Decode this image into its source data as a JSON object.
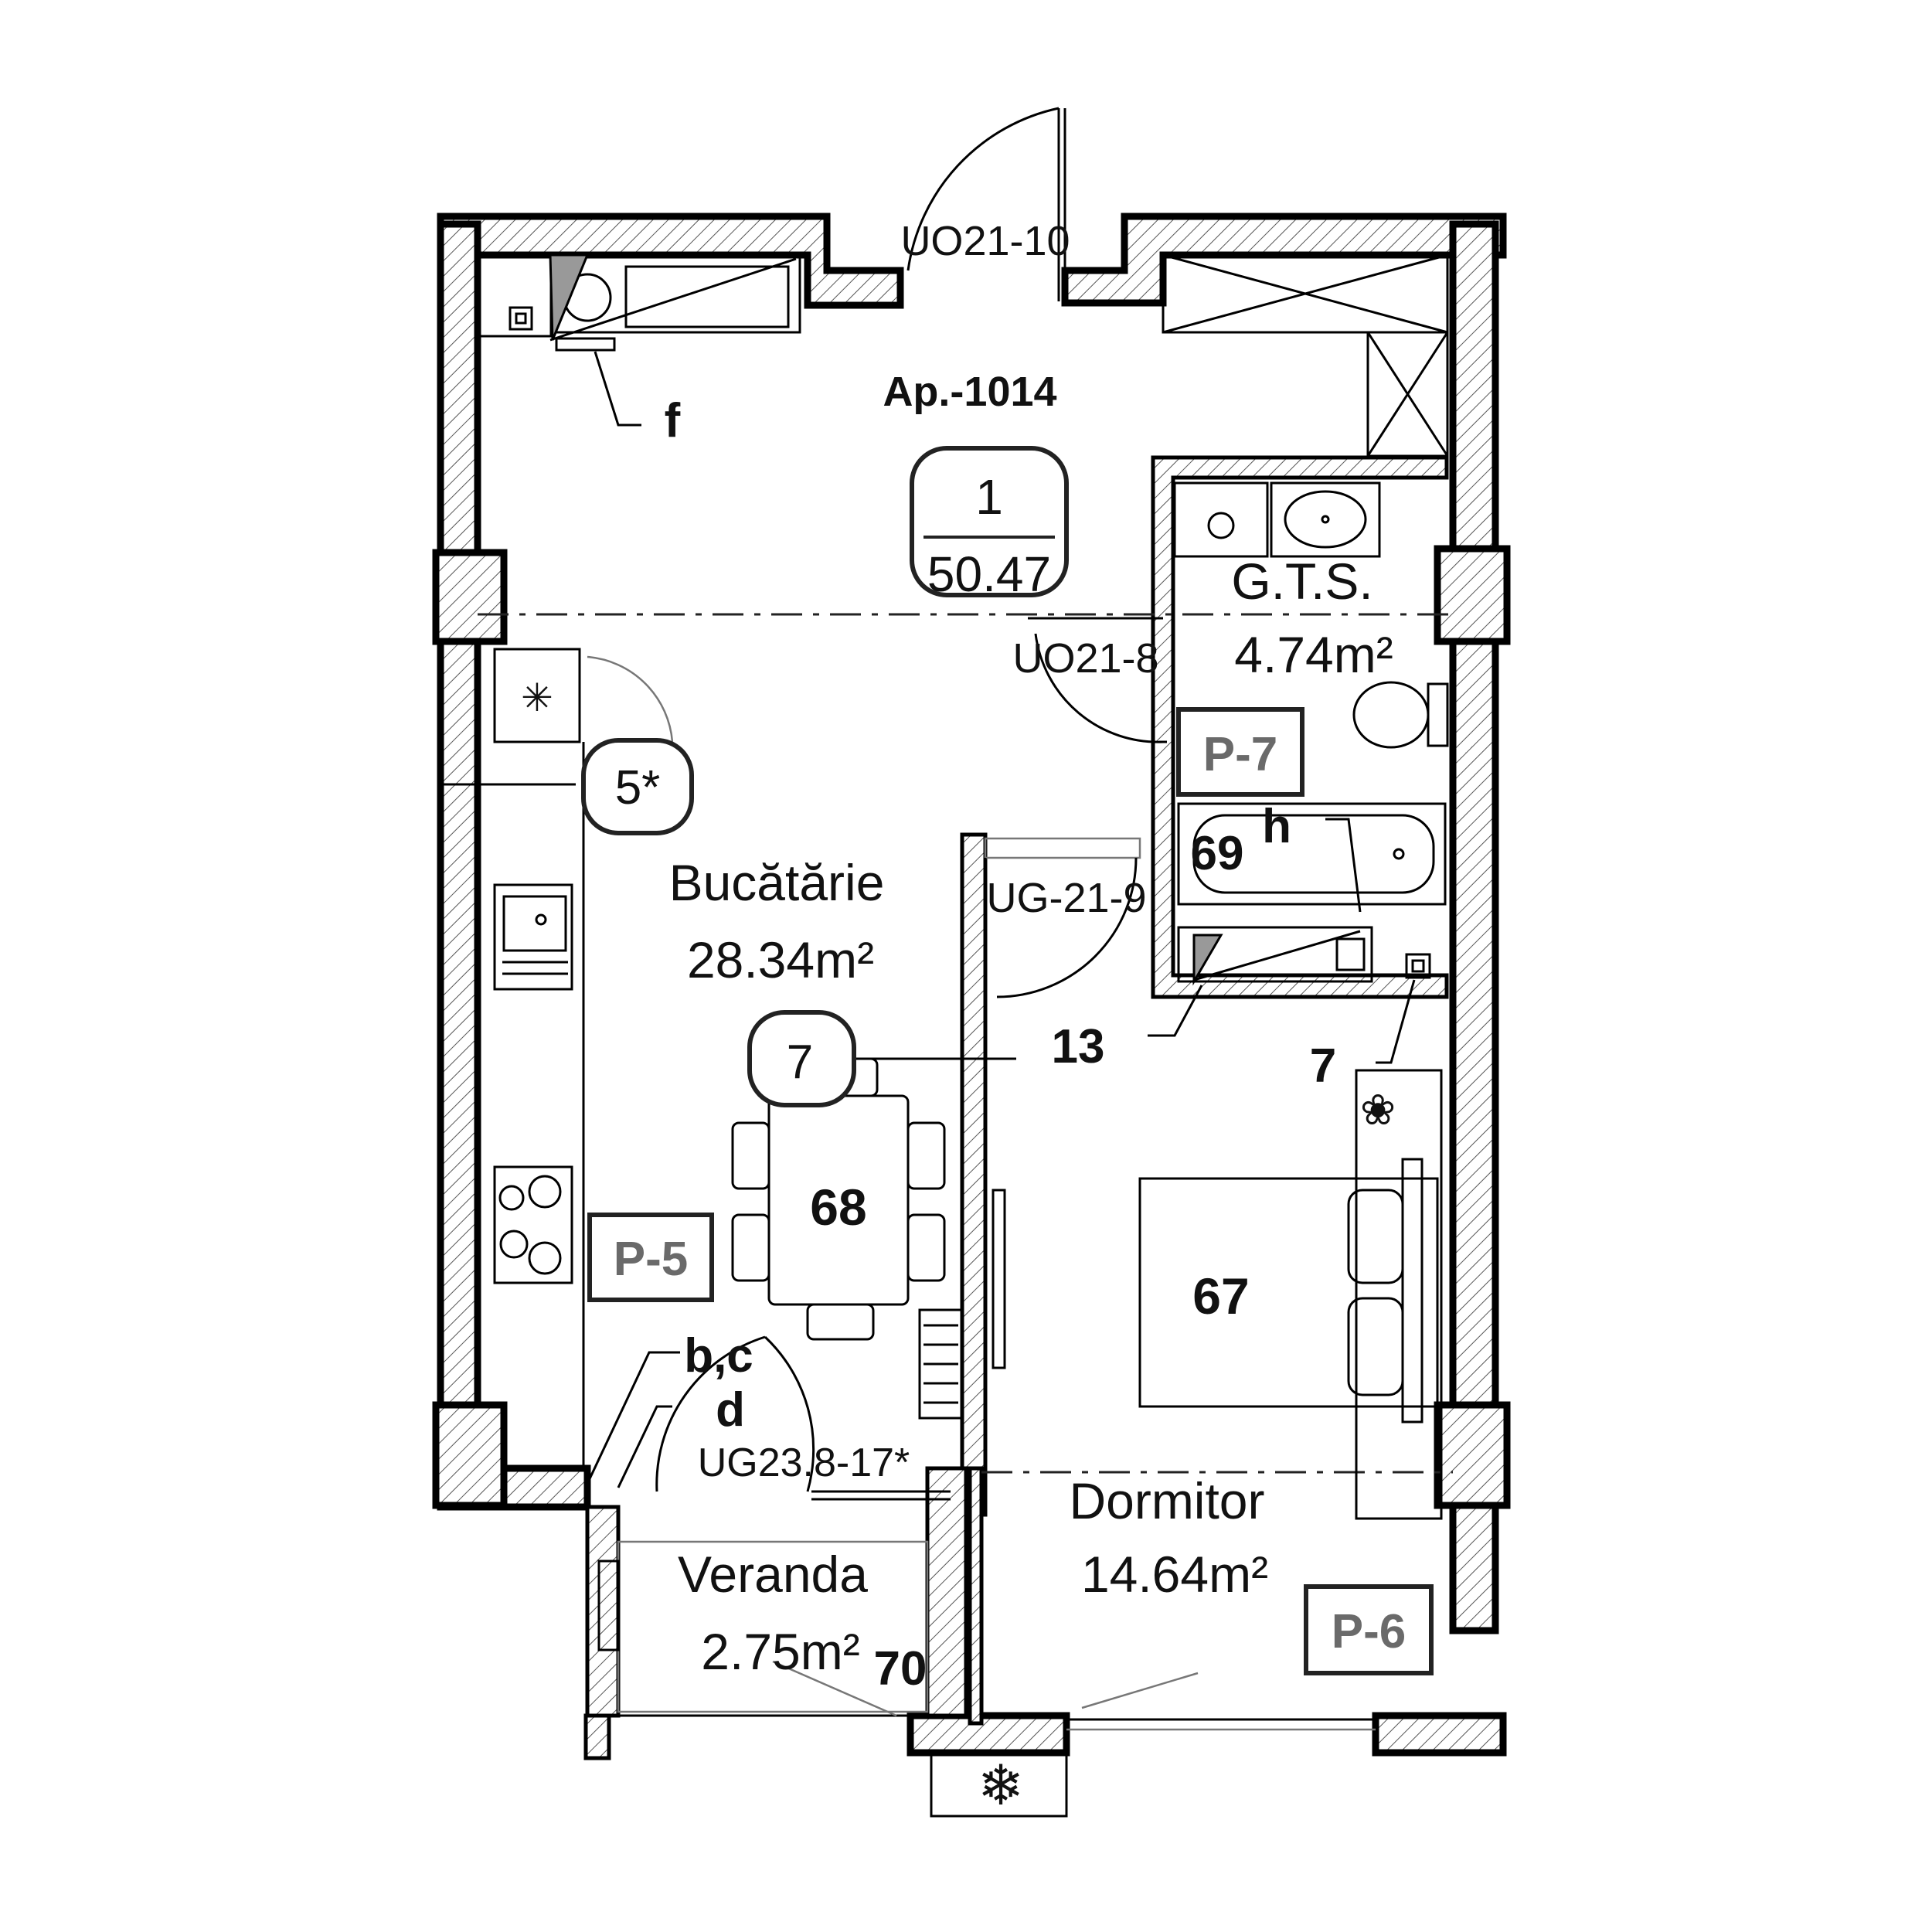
{
  "apartment": {
    "title": "Ap.-1014",
    "number": "1",
    "total_area": "50.47"
  },
  "rooms": {
    "kitchen": {
      "name": "Bucătărie",
      "area": "28.34m²"
    },
    "bathroom": {
      "name": "G.T.S.",
      "area": "4.74m²"
    },
    "bedroom": {
      "name": "Dormitor",
      "area": "14.64m²"
    },
    "veranda": {
      "name": "Veranda",
      "area": "2.75m²"
    }
  },
  "doors": {
    "entrance": "UO21-10",
    "bathroom": "UO21-8",
    "bedroom": "UG-21-9",
    "balcony": "UG23.8-17*"
  },
  "tags": {
    "p5": "P-5",
    "p6": "P-6",
    "p7": "P-7",
    "circle_5": "5*",
    "circle_7": "7"
  },
  "markers": {
    "f": "f",
    "h": "h",
    "bc": "b,c",
    "d": "d",
    "n13": "13",
    "n7": "7",
    "n67": "67",
    "n68": "68",
    "n69": "69",
    "n70": "70"
  }
}
